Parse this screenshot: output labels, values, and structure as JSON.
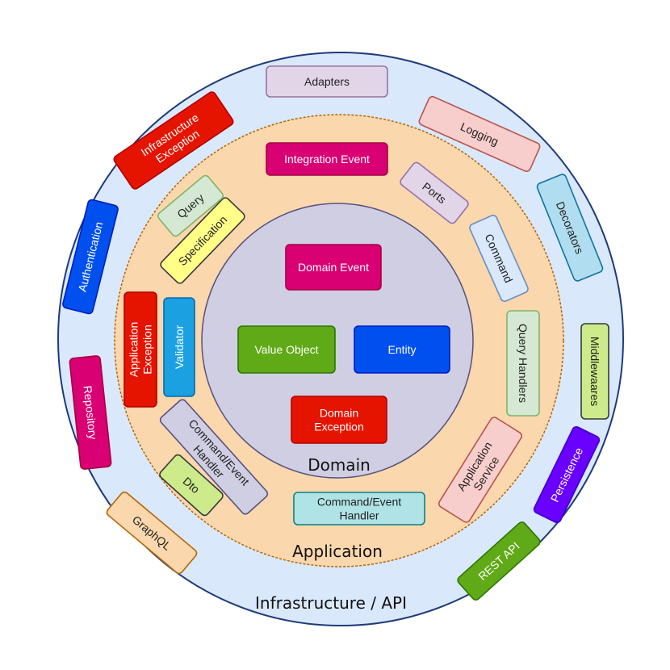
{
  "layers": {
    "infrastructure": {
      "label": "Infrastructure / API",
      "fill": "#dae8fc",
      "stroke": "#1f3a7a",
      "items": [
        {
          "id": "adapters",
          "label": "Adapters",
          "fill": "#e1d5e7",
          "stroke": "#9673a6",
          "text": "#222222"
        },
        {
          "id": "logging",
          "label": "Logging",
          "fill": "#f8cecc",
          "stroke": "#b85450",
          "text": "#222222"
        },
        {
          "id": "decorators",
          "label": "Decorators",
          "fill": "#b1ddf0",
          "stroke": "#10739e",
          "text": "#222222"
        },
        {
          "id": "middlewares",
          "label": "Middlewaares",
          "fill": "#cdeb8b",
          "stroke": "#36393d",
          "text": "#222222"
        },
        {
          "id": "persistence",
          "label": "Persistence",
          "fill": "#6a00ff",
          "stroke": "#3700cc",
          "text": "#ffffff"
        },
        {
          "id": "rest-api",
          "label": "REST API",
          "fill": "#60a917",
          "stroke": "#2d7600",
          "text": "#ffffff"
        },
        {
          "id": "graphql",
          "label": "GraphQL",
          "fill": "#fad7ac",
          "stroke": "#b46504",
          "text": "#222222"
        },
        {
          "id": "repository",
          "label": "Repository",
          "fill": "#d80073",
          "stroke": "#a50040",
          "text": "#ffffff"
        },
        {
          "id": "authentication",
          "label": "Authentication",
          "fill": "#0050ef",
          "stroke": "#001dbc",
          "text": "#ffffff"
        },
        {
          "id": "infrastructure-exception",
          "label": "Infrastructure Exception",
          "fill": "#e51400",
          "stroke": "#b20000",
          "text": "#ffffff"
        }
      ]
    },
    "application": {
      "label": "Application",
      "fill": "#fad7ac",
      "stroke": "#b46504",
      "items": [
        {
          "id": "integration-event",
          "label": "Integration Event",
          "fill": "#d80073",
          "stroke": "#a50040",
          "text": "#ffffff"
        },
        {
          "id": "ports",
          "label": "Ports",
          "fill": "#e1d5e7",
          "stroke": "#9673a6",
          "text": "#222222"
        },
        {
          "id": "command",
          "label": "Command",
          "fill": "#dae8fc",
          "stroke": "#6c8ebf",
          "text": "#222222"
        },
        {
          "id": "query-handlers",
          "label": "Query Handlers",
          "fill": "#d5e8d4",
          "stroke": "#82b366",
          "text": "#222222"
        },
        {
          "id": "application-service",
          "label": "Application Service",
          "fill": "#f8cecc",
          "stroke": "#b85450",
          "text": "#222222"
        },
        {
          "id": "command-event-handler-bottom",
          "label": "Command/Event Handler",
          "fill": "#b0e3e6",
          "stroke": "#0e8088",
          "text": "#222222"
        },
        {
          "id": "dto",
          "label": "Dto",
          "fill": "#cdeb8b",
          "stroke": "#36393d",
          "text": "#222222"
        },
        {
          "id": "command-event-handler-left",
          "label": "Command/Event Handler",
          "fill": "#d0cee2",
          "stroke": "#56517e",
          "text": "#222222"
        },
        {
          "id": "application-exception",
          "label": "Application Exception",
          "fill": "#e51400",
          "stroke": "#b20000",
          "text": "#ffffff"
        },
        {
          "id": "validator",
          "label": "Validator",
          "fill": "#1ba1e2",
          "stroke": "#006eaf",
          "text": "#ffffff"
        },
        {
          "id": "specification",
          "label": "Specification",
          "fill": "#ffff88",
          "stroke": "#36393d",
          "text": "#222222"
        },
        {
          "id": "query",
          "label": "Query",
          "fill": "#d5e8d4",
          "stroke": "#82b366",
          "text": "#222222"
        }
      ]
    },
    "domain": {
      "label": "Domain",
      "fill": "#d0cee2",
      "stroke": "#56517e",
      "items": [
        {
          "id": "domain-event",
          "label": "Domain Event",
          "fill": "#d80073",
          "stroke": "#a50040",
          "text": "#ffffff"
        },
        {
          "id": "value-object",
          "label": "Value Object",
          "fill": "#60a917",
          "stroke": "#2d7600",
          "text": "#ffffff"
        },
        {
          "id": "entity",
          "label": "Entity",
          "fill": "#0050ef",
          "stroke": "#001dbc",
          "text": "#ffffff"
        },
        {
          "id": "domain-exception",
          "label": "Domain Exception",
          "fill": "#e51400",
          "stroke": "#b20000",
          "text": "#ffffff"
        }
      ]
    }
  }
}
